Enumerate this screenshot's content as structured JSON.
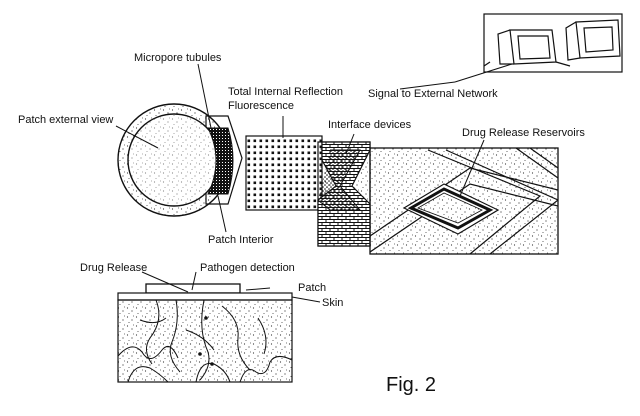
{
  "labels": {
    "micropore_tubules": "Micropore tubules",
    "tirf_line1": "Total Internal Reflection",
    "tirf_line2": "Fluorescence",
    "signal_external": "Signal to External Network",
    "patch_external_view": "Patch external view",
    "interface_devices": "Interface devices",
    "drug_release_reservoirs": "Drug Release Reservoirs",
    "patch_interior": "Patch Interior",
    "drug_release": "Drug Release",
    "pathogen_detection": "Pathogen detection",
    "patch": "Patch",
    "skin": "Skin"
  },
  "figure_caption": "Fig. 2",
  "colors": {
    "ink": "#111111",
    "paper": "#ffffff"
  }
}
